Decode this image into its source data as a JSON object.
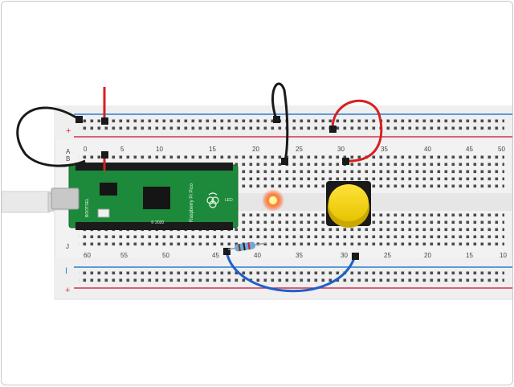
{
  "photo": {
    "rail_plus_top": "+",
    "rail_minus_bottom": "I",
    "rail_plus_bottom": "+",
    "row_a": "A",
    "row_b": "B",
    "row_j": "J",
    "top_numbers": [
      "0",
      "5",
      "10",
      "15",
      "20",
      "25",
      "30",
      "35",
      "40",
      "45",
      "50"
    ],
    "bottom_numbers": [
      "60",
      "55",
      "50",
      "45",
      "40",
      "35",
      "30",
      "25",
      "20",
      "15",
      "10"
    ],
    "pico_label": "Raspberry Pi Pico",
    "pico_year": "© 2020",
    "bootsel": "BOOTSEL",
    "led_label": "LED",
    "colors": {
      "board": "#f2f2f2",
      "pico_green": "#1c8a3a",
      "wire_red": "#d62020",
      "wire_black": "#1a1a1a",
      "wire_blue": "#1f5fc8",
      "button_yellow": "#f2d200",
      "rail_red": "#d6304f",
      "rail_blue": "#2a7fd3"
    }
  }
}
